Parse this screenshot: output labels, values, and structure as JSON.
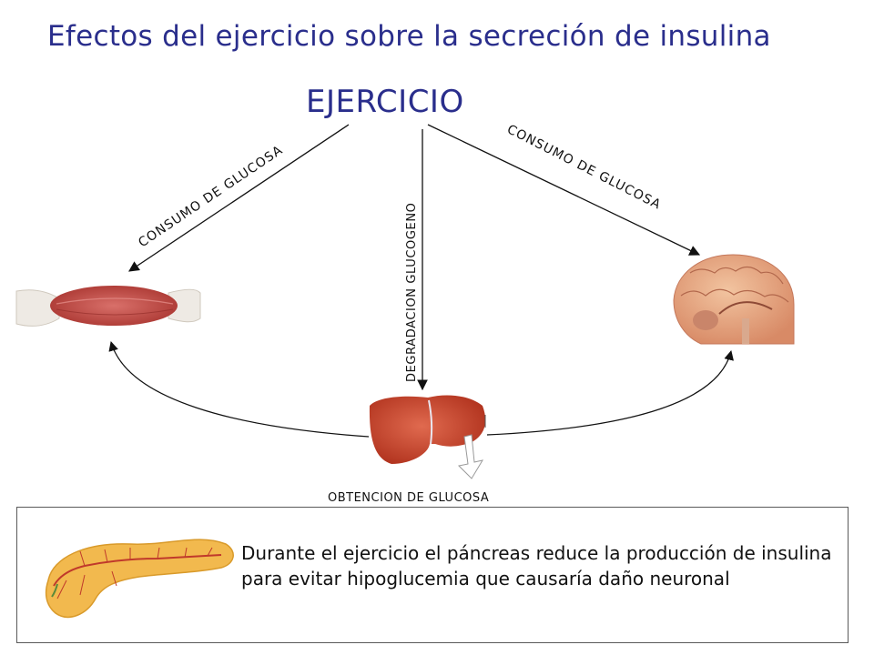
{
  "title": "Efectos del ejercicio sobre la secreción de insulina",
  "center": {
    "label": "EJERCICIO"
  },
  "arrows": {
    "left_label": "CONSUMO DE GLUCOSA",
    "right_label": "CONSUMO DE GLUCOSA",
    "vertical_label": "DEGRADACION GLUCOGENO"
  },
  "organs": {
    "muscle": "muscle",
    "brain": "brain",
    "liver": "liver",
    "pancreas": "pancreas"
  },
  "bottom_label": "OBTENCION DE GLUCOSA",
  "info": {
    "text": "Durante el ejercicio el páncreas reduce la producción de insulina para evitar hipoglucemia que causaría daño neuronal"
  },
  "colors": {
    "title": "#2a2e8c",
    "muscle": "#c0504d",
    "liver": "#c8442f",
    "brain": "#e0a07a",
    "pancreas": "#f0b84a"
  }
}
